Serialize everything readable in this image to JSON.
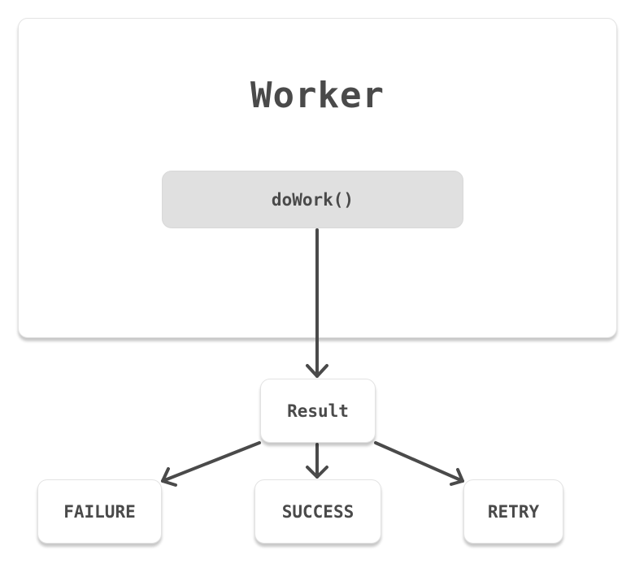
{
  "diagram": {
    "container": {
      "title": "Worker",
      "method": "doWork()"
    },
    "result": "Result",
    "outcomes": [
      "FAILURE",
      "SUCCESS",
      "RETRY"
    ],
    "colors": {
      "stroke": "#4a4a4a",
      "method_fill": "#e0e0e0",
      "card_fill": "#ffffff"
    }
  }
}
